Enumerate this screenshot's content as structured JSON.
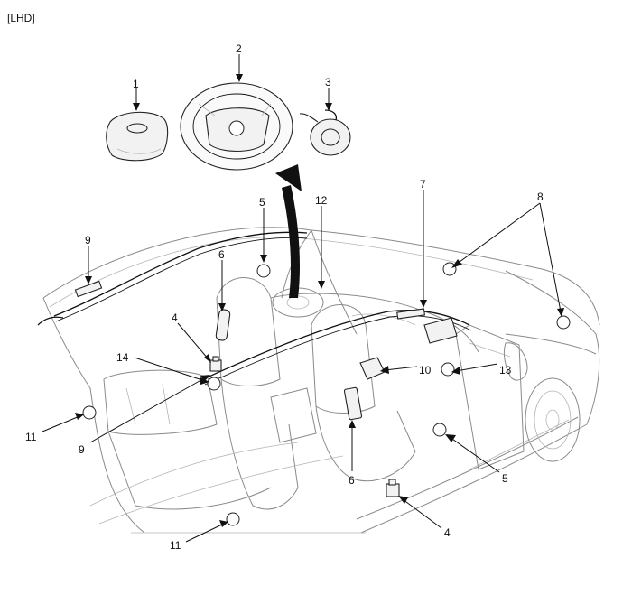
{
  "header": {
    "variant": "[LHD]"
  },
  "callouts": [
    {
      "id": "c1",
      "text": "1"
    },
    {
      "id": "c2",
      "text": "2"
    },
    {
      "id": "c3",
      "text": "3"
    },
    {
      "id": "c4a",
      "text": "4"
    },
    {
      "id": "c4b",
      "text": "4"
    },
    {
      "id": "c5a",
      "text": "5"
    },
    {
      "id": "c5b",
      "text": "5"
    },
    {
      "id": "c6a",
      "text": "6"
    },
    {
      "id": "c6b",
      "text": "6"
    },
    {
      "id": "c7",
      "text": "7"
    },
    {
      "id": "c8",
      "text": "8"
    },
    {
      "id": "c9a",
      "text": "9"
    },
    {
      "id": "c9b",
      "text": "9"
    },
    {
      "id": "c10",
      "text": "10"
    },
    {
      "id": "c11a",
      "text": "11"
    },
    {
      "id": "c11b",
      "text": "11"
    },
    {
      "id": "c12",
      "text": "12"
    },
    {
      "id": "c13",
      "text": "13"
    },
    {
      "id": "c14",
      "text": "14"
    }
  ]
}
